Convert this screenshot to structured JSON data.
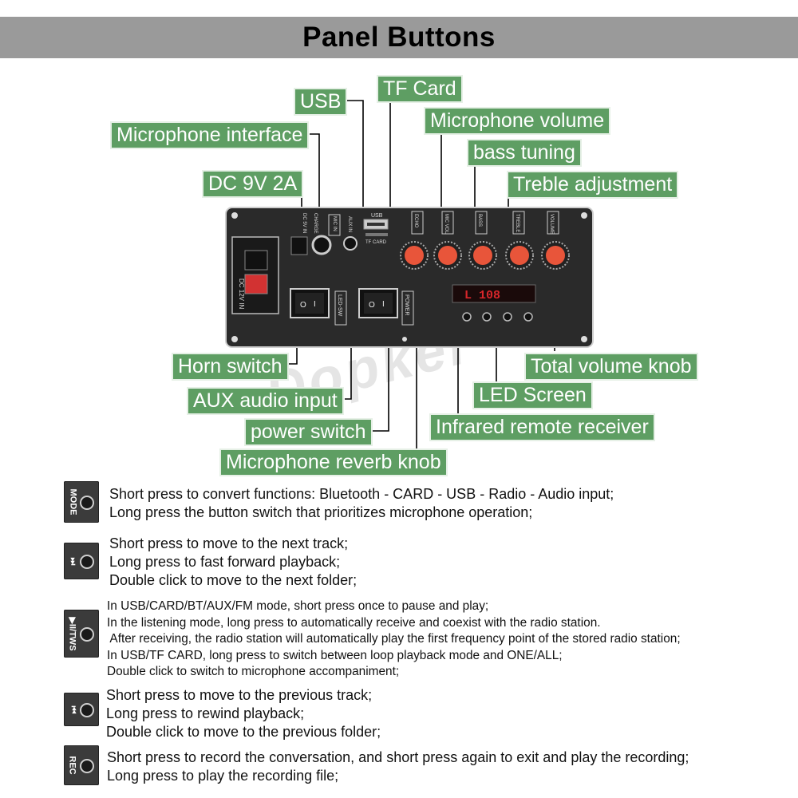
{
  "header": {
    "title": "Panel Buttons"
  },
  "callouts": {
    "usb": "USB",
    "tf_card": "TF Card",
    "mic_interface": "Microphone interface",
    "mic_volume": "Microphone volume",
    "bass_tuning": "bass tuning",
    "treble": "Treble adjustment",
    "dc": "DC 9V 2A",
    "horn_switch": "Horn switch",
    "aux_input": "AUX audio input",
    "power_switch": "power switch",
    "reverb_knob": "Microphone reverb knob",
    "total_volume": "Total volume knob",
    "led_screen": "LED Screen",
    "ir_receiver": "Infrared remote receiver"
  },
  "panel": {
    "dc_label": "DC 12V IN",
    "dc5v_label": "DC 5V IN",
    "charge_label": "CHARGE",
    "mic_in_label": "MIC IN",
    "aux_in_label": "AUX IN",
    "usb_label": "USB",
    "tf_label": "TF CARD",
    "knob_labels": [
      "ECHO",
      "MIC VOL",
      "BASS",
      "TREBLE",
      "VOLUME"
    ],
    "led_sw_label": "LED-SW",
    "power_label": "POWER",
    "off_label": "OFF",
    "on_label": "ON",
    "display_text": "L 108",
    "buttons": [
      "MODE",
      "⏭",
      "▶II/TWS",
      "⏮",
      "REC"
    ]
  },
  "watermark": "Dopker",
  "legend": [
    {
      "icon": "MODE",
      "lines": [
        "Short press to convert functions: Bluetooth - CARD - USB - Radio - Audio input;",
        "Long press the button switch that prioritizes microphone operation;"
      ]
    },
    {
      "icon": "⏭",
      "lines": [
        "Short press to move to the next track;",
        "Long press to fast forward playback;",
        "Double click to move to the next folder;"
      ]
    },
    {
      "icon": "▶II/TWS",
      "lines": [
        "In USB/CARD/BT/AUX/FM mode, short press once to pause and play;",
        "In the listening mode, long press to automatically receive and coexist with the radio station.",
        " After receiving, the radio station will automatically play the first frequency point of the stored radio station;",
        "In USB/TF CARD, long press to switch between loop playback mode and ONE/ALL;",
        "Double click to switch to microphone accompaniment;"
      ]
    },
    {
      "icon": "⏮",
      "lines": [
        "Short press to move to the previous track;",
        "Long press to rewind playback;",
        "Double click to move to the previous folder;"
      ]
    },
    {
      "icon": "REC",
      "lines": [
        "Short press to record the conversation, and short press again to exit and play the recording;",
        "Long press to play the recording file;"
      ]
    }
  ],
  "colors": {
    "callout_bg": "#5e9e63",
    "header_bg": "#9a9a9a",
    "knob": "#e8553a",
    "display": "#d8262a"
  }
}
